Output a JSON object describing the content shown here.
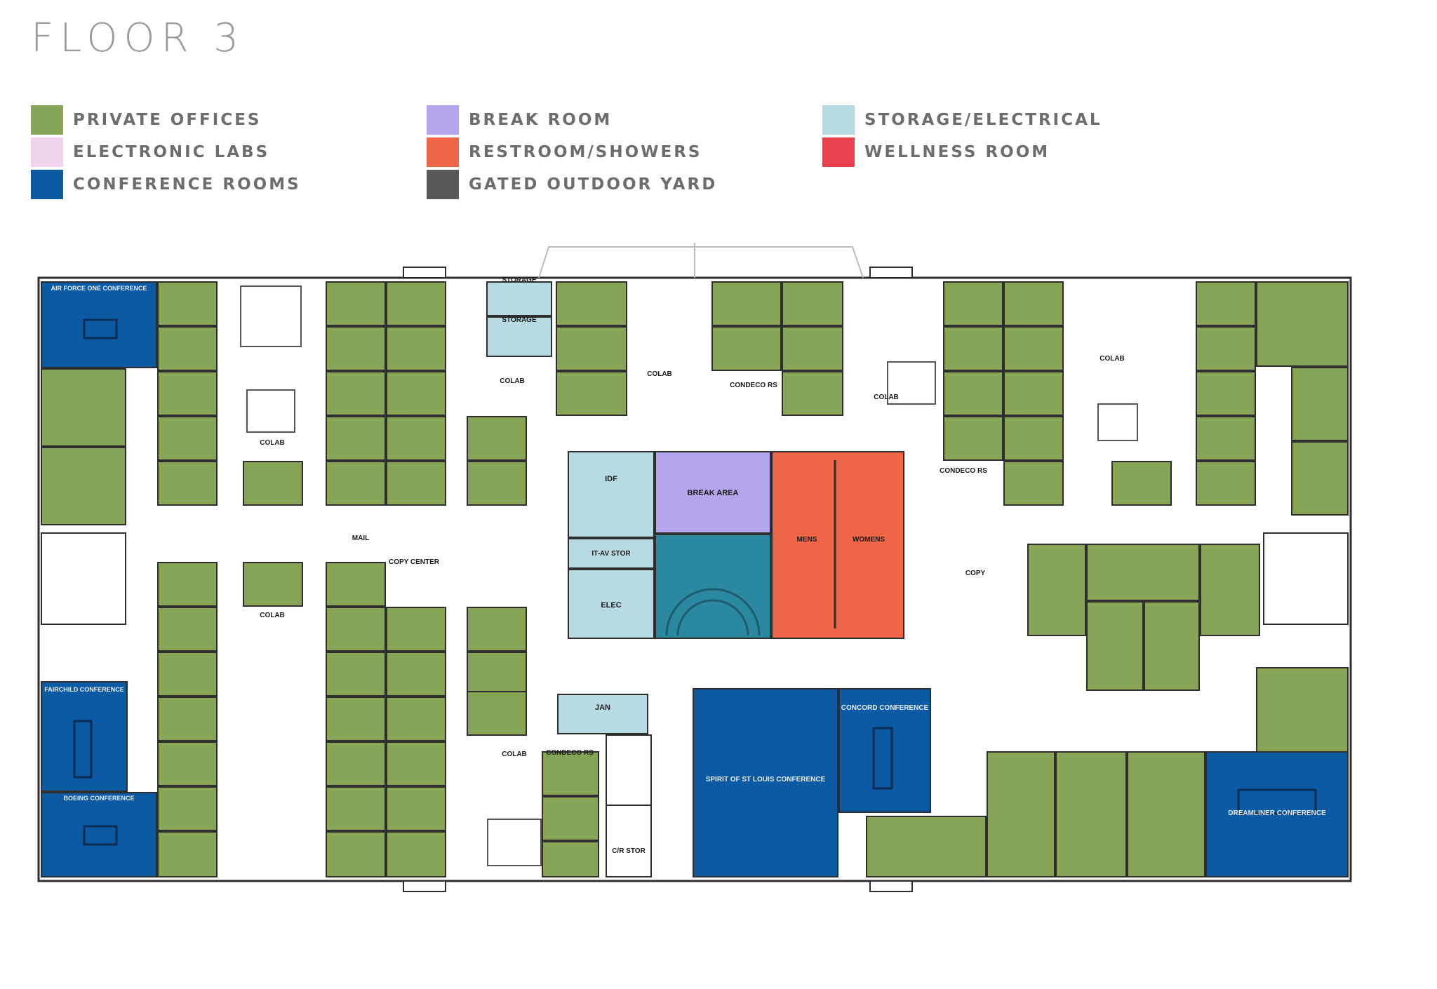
{
  "title": "FLOOR 3",
  "legend": [
    {
      "label": "PRIVATE OFFICES",
      "color": "#86a556"
    },
    {
      "label": "ELECTRONIC LABS",
      "color": "#f2d3ee"
    },
    {
      "label": "CONFERENCE ROOMS",
      "color": "#0c5aa3"
    },
    {
      "label": "BREAK ROOM",
      "color": "#b3a4ec"
    },
    {
      "label": "RESTROOM/SHOWERS",
      "color": "#ef6547"
    },
    {
      "label": "GATED OUTDOOR YARD",
      "color": "#58585b"
    },
    {
      "label": "STORAGE/ELECTRICAL",
      "color": "#b8dbe3"
    },
    {
      "label": "WELLNESS ROOM",
      "color": "#e8414e"
    }
  ],
  "colors": {
    "office": "#86a556",
    "conference": "#0c5aa3",
    "break": "#b3a4ec",
    "restroom": "#ef6547",
    "storage": "#b8dbe3",
    "stair_core": "#2a88a0",
    "wall": "#2e2e2e",
    "corridor": "#ffffff"
  },
  "rooms": {
    "air_force_one": "AIR FORCE ONE CONFERENCE",
    "fairchild": "FAIRCHILD CONFERENCE",
    "boeing": "BOEING CONFERENCE",
    "spirit": "SPIRIT OF ST LOUIS CONFERENCE",
    "concord": "CONCORD CONFERENCE",
    "dreamliner": "DREAMLINER CONFERENCE",
    "storage_1": "STORAGE",
    "storage_2": "STORAGE",
    "idf": "IDF",
    "itav": "IT-AV STOR",
    "elec": "ELEC",
    "jan": "JAN",
    "crstor": "C/R STOR",
    "break_area": "BREAK AREA",
    "mens": "MENS",
    "womens": "WOMENS",
    "condeco_1": "CONDECO RS",
    "condeco_2": "CONDECO RS",
    "condeco_3": "CONDECO RS",
    "colab": "COLAB",
    "mail": "MAIL",
    "copy_center": "COPY CENTER",
    "copy": "COPY"
  }
}
